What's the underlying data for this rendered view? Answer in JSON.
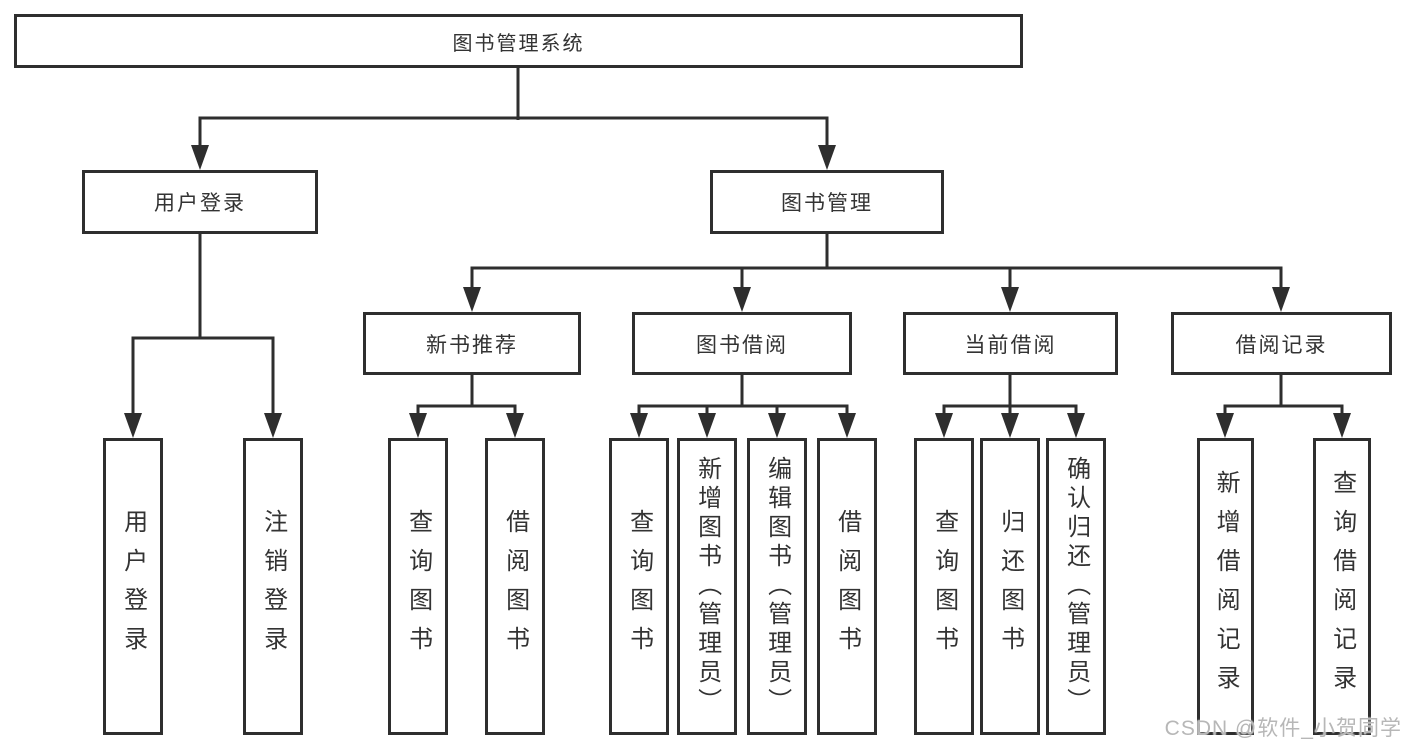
{
  "diagram": {
    "root": {
      "label": "图书管理系统"
    },
    "branches": [
      {
        "label": "用户登录",
        "children": [
          {
            "label": "用户登录"
          },
          {
            "label": "注销登录"
          }
        ]
      },
      {
        "label": "图书管理",
        "children": [
          {
            "label": "新书推荐",
            "children": [
              {
                "label": "查询图书"
              },
              {
                "label": "借阅图书"
              }
            ]
          },
          {
            "label": "图书借阅",
            "children": [
              {
                "label": "查询图书"
              },
              {
                "label": "新增图书（管理员）"
              },
              {
                "label": "编辑图书（管理员）"
              },
              {
                "label": "借阅图书"
              }
            ]
          },
          {
            "label": "当前借阅",
            "children": [
              {
                "label": "查询图书"
              },
              {
                "label": "归还图书"
              },
              {
                "label": "确认归还（管理员）"
              }
            ]
          },
          {
            "label": "借阅记录",
            "children": [
              {
                "label": "新增借阅记录"
              },
              {
                "label": "查询借阅记录"
              }
            ]
          }
        ]
      }
    ]
  },
  "watermark": {
    "text": "CSDN @软件_小贺同学"
  },
  "colors": {
    "line": "#2e2e2e",
    "box_border": "#2e2e2e",
    "text": "#333333",
    "watermark": "#b7b7b7",
    "background": "#ffffff"
  }
}
